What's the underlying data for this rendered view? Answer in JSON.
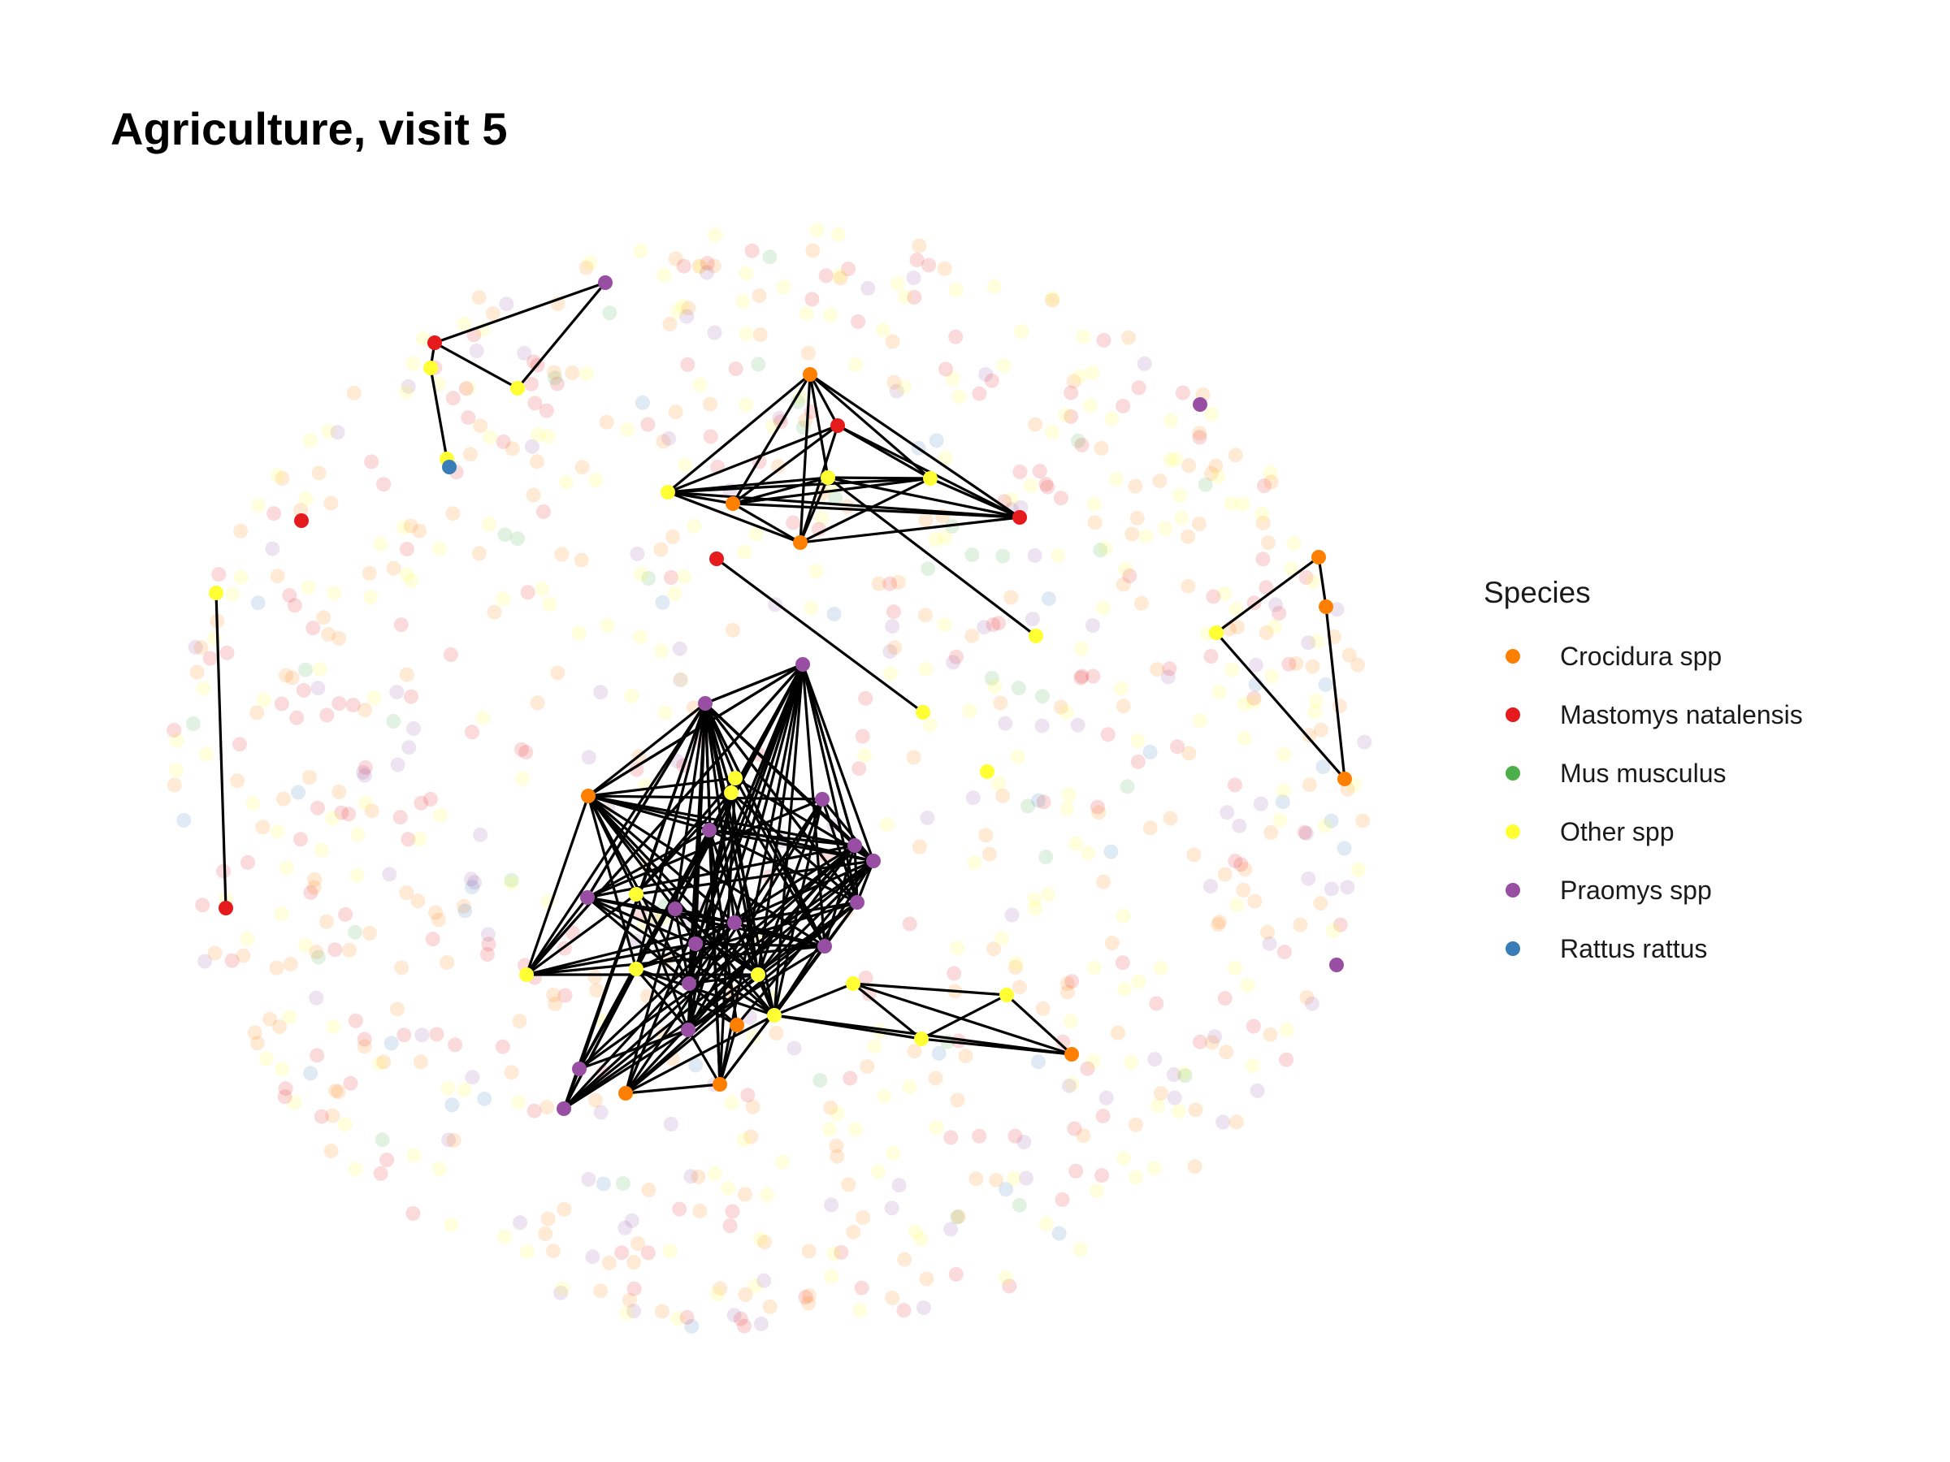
{
  "title": "Agriculture, visit 5",
  "legend": {
    "title": "Species",
    "items": [
      {
        "label": "Crocidura spp",
        "color": "#FF7F00"
      },
      {
        "label": "Mastomys natalensis",
        "color": "#E41A1C"
      },
      {
        "label": "Mus musculus",
        "color": "#4DAF4A"
      },
      {
        "label": "Other spp",
        "color": "#FFFF33"
      },
      {
        "label": "Praomys spp",
        "color": "#984EA3"
      },
      {
        "label": "Rattus rattus",
        "color": "#377EB8"
      }
    ]
  },
  "chart_data": {
    "type": "network",
    "legend_position": "right",
    "background_nodes_faded": true
  }
}
